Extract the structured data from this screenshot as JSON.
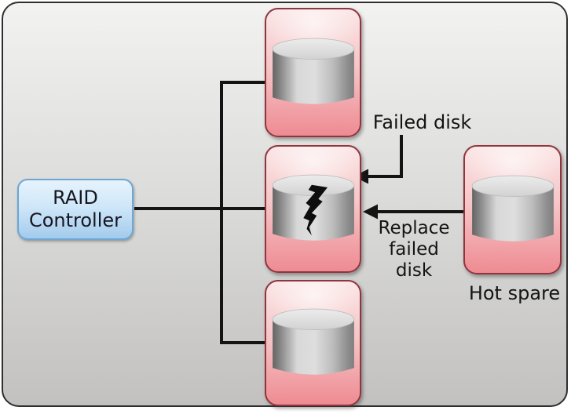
{
  "nodes": {
    "controller": {
      "label": "RAID Controller"
    },
    "disk_top": {
      "type": "disk"
    },
    "disk_failed": {
      "type": "disk",
      "status": "failed"
    },
    "disk_bottom": {
      "type": "disk"
    },
    "hot_spare": {
      "type": "disk",
      "label": "Hot spare"
    }
  },
  "annotations": {
    "failed_disk": "Failed disk",
    "replace_failed_disk": "Replace failed disk"
  },
  "colors": {
    "line": "#141414",
    "text": "#141414",
    "disk_box_border": "#8e353e",
    "disk_box_fill_top": "#fbe6e6",
    "disk_box_fill_bottom": "#ee8b92",
    "controller_border": "#6ea6d4",
    "controller_fill_top": "#e6f3fc",
    "controller_fill_bottom": "#a3cbec",
    "canvas_top": "#f2f2f0",
    "canvas_bottom": "#c2c1c0"
  }
}
